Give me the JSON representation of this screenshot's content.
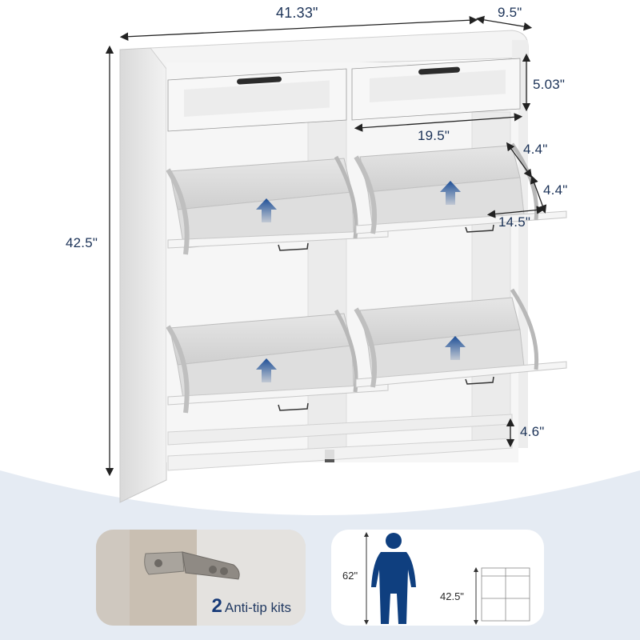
{
  "product": {
    "type": "flip-drawer shoe cabinet",
    "color": "white",
    "drawers": 2,
    "flip_compartments": 4
  },
  "dimensions": {
    "width": "41.33\"",
    "depth": "9.5\"",
    "height": "42.5\"",
    "drawer_height": "5.03\"",
    "drawer_width": "19.5\"",
    "flip_upper": "4.4\"",
    "flip_lower": "4.4\"",
    "flip_depth": "14.5\"",
    "bottom_clearance": "4.6\""
  },
  "callouts": {
    "anti_tip": {
      "count": "2",
      "label": "Anti-tip kits"
    },
    "size_compare": {
      "person_height": "62\"",
      "cabinet_height": "42.5\""
    }
  },
  "colors": {
    "dimension_text": "#1b3257",
    "arrow_blue": "#1e4f97",
    "person_blue": "#0f3f7f",
    "wave_bg": "#e5ebf3",
    "cabinet_white": "#f3f3f3"
  }
}
